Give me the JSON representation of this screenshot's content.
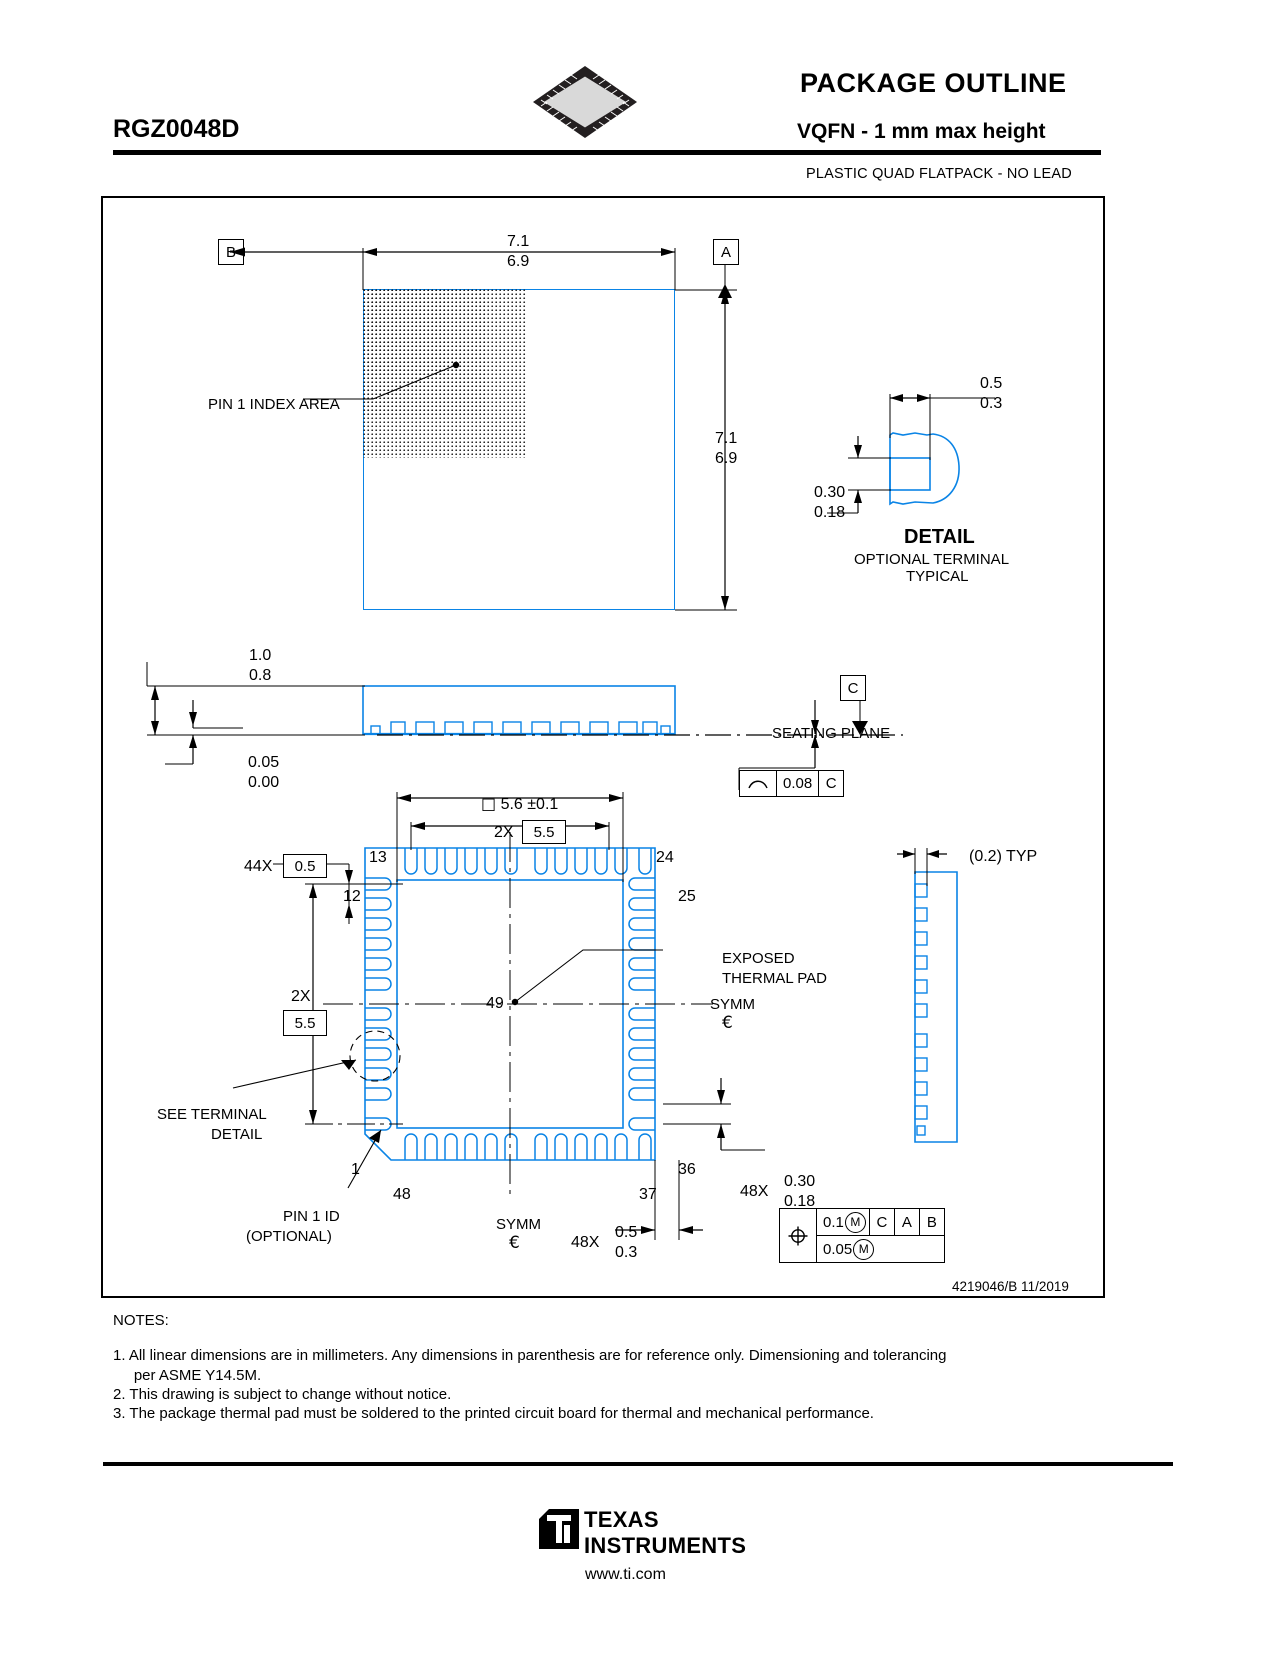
{
  "header": {
    "part_number": "RGZ0048D",
    "title": "PACKAGE OUTLINE",
    "subtitle": "VQFN - 1 mm max height",
    "note": "PLASTIC QUAD FLATPACK - NO LEAD"
  },
  "top_view": {
    "datum_b": "B",
    "datum_a": "A",
    "width_max": "7.1",
    "width_min": "6.9",
    "height_max": "7.1",
    "height_min": "6.9",
    "pin1_label": "PIN 1 INDEX AREA"
  },
  "detail_view": {
    "title": "DETAIL",
    "sub1": "OPTIONAL TERMINAL",
    "sub2": "TYPICAL",
    "len_max": "0.5",
    "len_min": "0.3",
    "thk_max": "0.30",
    "thk_min": "0.18"
  },
  "side_view": {
    "height_max": "1.0",
    "height_min": "0.8",
    "standoff_max": "0.05",
    "standoff_min": "0.00",
    "datum_c": "C",
    "seating_plane": "SEATING PLANE",
    "flatness": "0.08",
    "flatness_datum": "C"
  },
  "bottom_view": {
    "pad_dim": "5.6 ±0.1",
    "pad_square_symbol": "□",
    "pitch_span_qty": "2X",
    "pitch_span": "5.5",
    "pitch_qty": "44X",
    "pitch": "0.5",
    "row_span_qty": "2X",
    "row_span": "5.5",
    "pin_13": "13",
    "pin_12": "12",
    "pin_24": "24",
    "pin_25": "25",
    "pin_36": "36",
    "pin_37": "37",
    "pin_48": "48",
    "pin_1": "1",
    "pad_num": "49",
    "exposed_pad_l1": "EXPOSED",
    "exposed_pad_l2": "THERMAL PAD",
    "symm_right": "SYMM",
    "symm_bottom": "SYMM",
    "see_terminal_l1": "SEE TERMINAL",
    "see_terminal_l2": "DETAIL",
    "pin1_id_l1": "PIN 1 ID",
    "pin1_id_l2": "(OPTIONAL)",
    "lead_width_qty": "48X",
    "lead_width_max": "0.30",
    "lead_width_min": "0.18",
    "lead_len_qty": "48X",
    "lead_len_max": "0.5",
    "lead_len_min": "0.3",
    "side_typ": "(0.2) TYP",
    "gdt": {
      "symbol": "position",
      "tol1": "0.1",
      "mod1": "M",
      "datums": [
        "C",
        "A",
        "B"
      ],
      "tol2": "0.05",
      "mod2": "M"
    }
  },
  "doc_number": "4219046/B   11/2019",
  "notes": {
    "title": "NOTES:",
    "items": [
      "1. All linear dimensions are in millimeters. Any dimensions in parenthesis are for reference only. Dimensioning and tolerancing\n     per ASME Y14.5M.",
      "2. This drawing is subject to change without notice.",
      "3. The package thermal pad must be soldered to the printed circuit board for thermal and mechanical performance."
    ]
  },
  "footer": {
    "ti_line1": "TEXAS",
    "ti_line2": "INSTRUMENTS",
    "url": "www.ti.com"
  },
  "colors": {
    "outline": "#0a84e6",
    "ink": "#000000"
  }
}
